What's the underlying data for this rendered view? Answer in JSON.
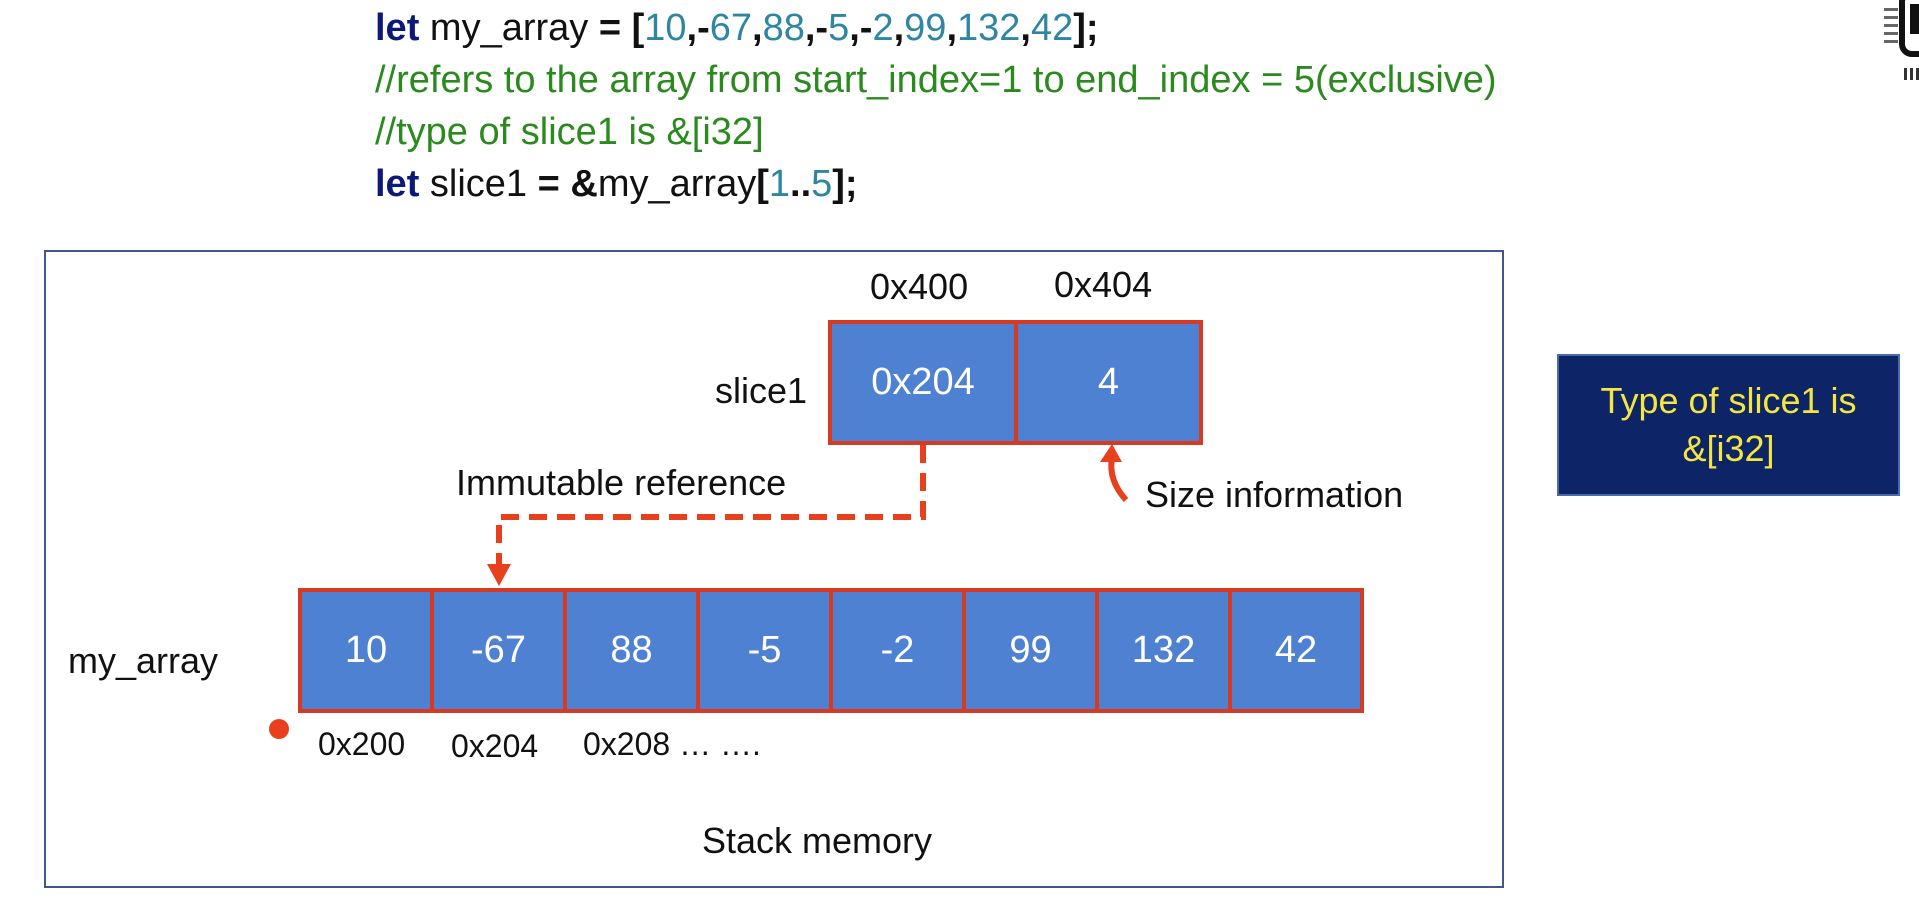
{
  "code": {
    "line1": {
      "kw": "let",
      "var": " my_array ",
      "eq": "= [",
      "v1": "10",
      "s1": ",-",
      "v2": "67",
      "s2": ",",
      "v3": "88",
      "s3": ",-",
      "v4": "5",
      "s4": ",-",
      "v5": "2",
      "s5": ",",
      "v6": "99",
      "s6": ",",
      "v7": "132",
      "s7": ",",
      "v8": "42",
      "end": "];"
    },
    "line2": "//refers to the array from start_index=1 to end_index = 5(exclusive)",
    "line3": "//type of slice1 is &[i32]",
    "line4": {
      "kw": "let",
      "var": " slice1 ",
      "eq": "= &",
      "arr": "my_array",
      "open": "[",
      "start": "1",
      "range": "..",
      "end_num": "5",
      "close": "];"
    }
  },
  "diagram": {
    "slice1": {
      "label": "slice1",
      "addresses": [
        "0x400",
        "0x404"
      ],
      "cells": [
        "0x204",
        "4"
      ]
    },
    "array": {
      "label": "my_array",
      "values": [
        "10",
        "-67",
        "88",
        "-5",
        "-2",
        "99",
        "132",
        "42"
      ],
      "addresses": [
        "0x200",
        "0x204",
        "0x208 … …."
      ]
    },
    "annotations": {
      "immutable_reference": "Immutable reference",
      "size_information": "Size information",
      "stack_memory": "Stack memory"
    },
    "colors": {
      "cell_fill": "#4f81d3",
      "cell_border": "#d63a22",
      "arrow": "#e8401c",
      "callout_bg": "#0d2466",
      "callout_text": "#f3e640"
    }
  },
  "callout": {
    "line1": "Type of slice1 is",
    "line2": "&[i32]"
  }
}
